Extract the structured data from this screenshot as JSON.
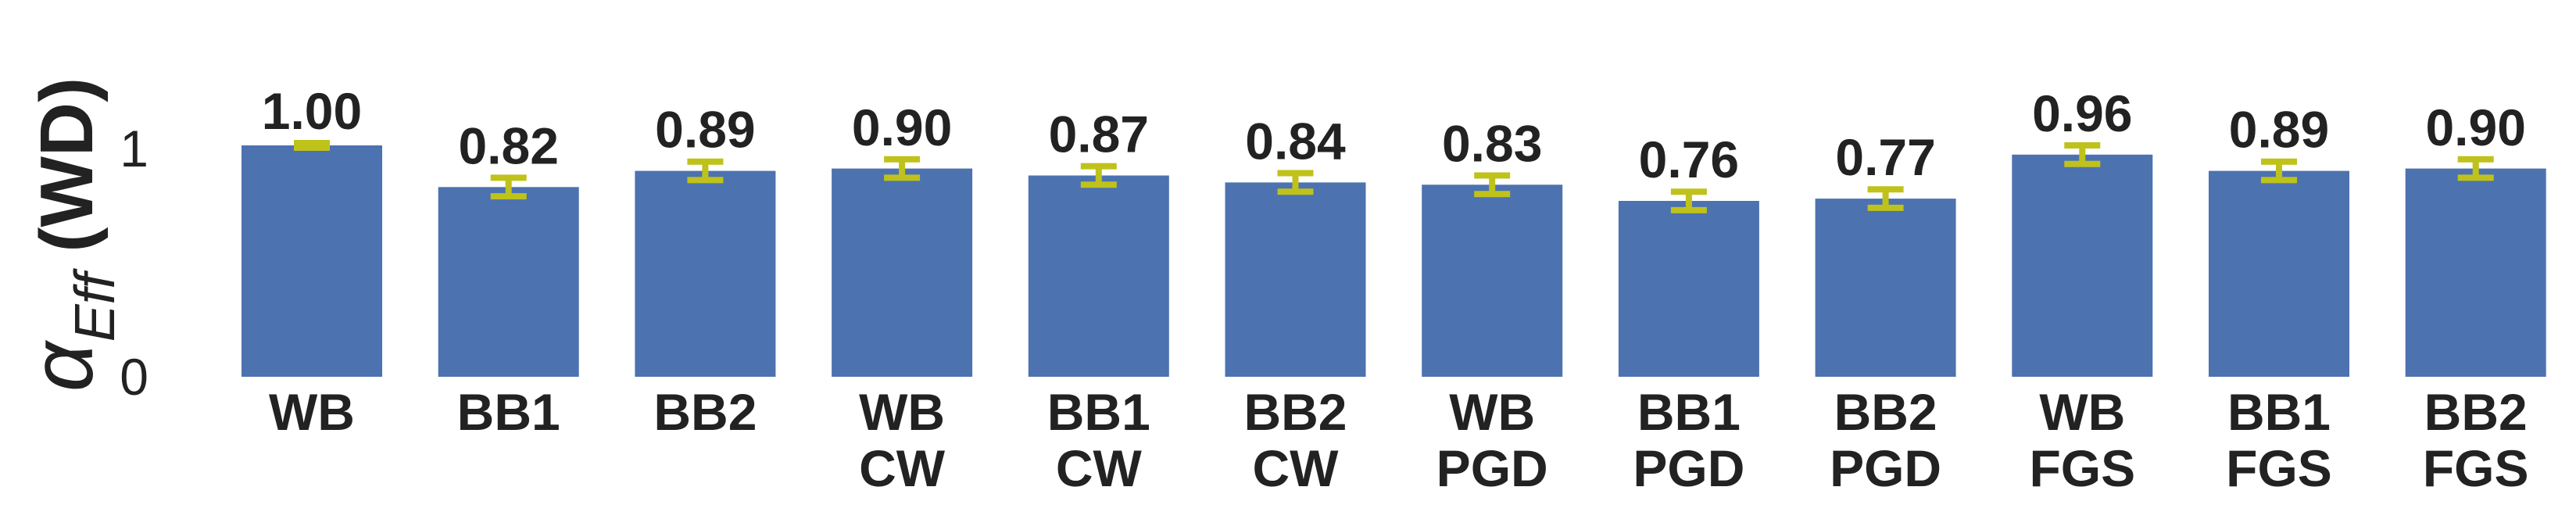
{
  "chart_data": {
    "type": "bar",
    "categories": [
      "WB",
      "BB1",
      "BB2",
      "WB CW",
      "BB1 CW",
      "BB2 CW",
      "WB PGD",
      "BB1 PGD",
      "BB2 PGD",
      "WB FGS",
      "BB1 FGS",
      "BB2 FGS"
    ],
    "category_lines": [
      [
        "WB"
      ],
      [
        "BB1"
      ],
      [
        "BB2"
      ],
      [
        "WB",
        "CW"
      ],
      [
        "BB1",
        "CW"
      ],
      [
        "BB2",
        "CW"
      ],
      [
        "WB",
        "PGD"
      ],
      [
        "BB1",
        "PGD"
      ],
      [
        "BB2",
        "PGD"
      ],
      [
        "WB",
        "FGS"
      ],
      [
        "BB1",
        "FGS"
      ],
      [
        "BB2",
        "FGS"
      ]
    ],
    "values": [
      1.0,
      0.82,
      0.89,
      0.9,
      0.87,
      0.84,
      0.83,
      0.76,
      0.77,
      0.96,
      0.89,
      0.9
    ],
    "value_labels": [
      "1.00",
      "0.82",
      "0.89",
      "0.90",
      "0.87",
      "0.84",
      "0.83",
      "0.76",
      "0.77",
      "0.96",
      "0.89",
      "0.90"
    ],
    "errors": [
      0.01,
      0.04,
      0.04,
      0.04,
      0.04,
      0.04,
      0.04,
      0.04,
      0.04,
      0.04,
      0.04,
      0.04
    ],
    "ylabel_symbol": "α",
    "ylabel_subscript": "Eff",
    "ylabel_suffix": " (WD)",
    "yticks": [
      "0",
      "1"
    ],
    "ylim": [
      0,
      1.45
    ],
    "grid": false,
    "bar_color": "#4c72b0",
    "error_color": "#bfc21a"
  }
}
